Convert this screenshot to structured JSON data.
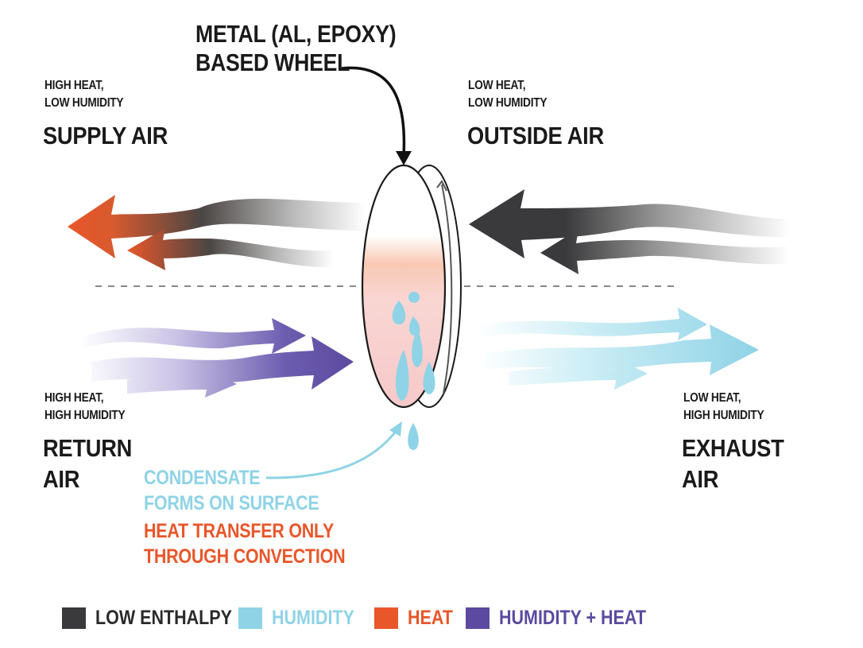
{
  "wheel_label": {
    "line1": "METAL (AL, EPOXY)",
    "line2": "BASED WHEEL"
  },
  "supply_air": {
    "desc1": "HIGH HEAT,",
    "desc2": "LOW HUMIDITY",
    "name": "SUPPLY AIR"
  },
  "outside_air": {
    "desc1": "LOW HEAT,",
    "desc2": "LOW HUMIDITY",
    "name": "OUTSIDE AIR"
  },
  "return_air": {
    "desc1": "HIGH HEAT,",
    "desc2": "HIGH HUMIDITY",
    "name1": "RETURN",
    "name2": "AIR"
  },
  "exhaust_air": {
    "desc1": "LOW HEAT,",
    "desc2": "HIGH HUMIDITY",
    "name1": "EXHAUST",
    "name2": "AIR"
  },
  "condensate_note": {
    "line1": "CONDENSATE",
    "line2": "FORMS ON SURFACE"
  },
  "heat_note": {
    "line1": "HEAT TRANSFER ONLY",
    "line2": "THROUGH CONVECTION"
  },
  "legend": [
    {
      "label": "LOW ENTHALPY",
      "color": "#3a3a3c",
      "text_color": "#2a2a2a"
    },
    {
      "label": "HUMIDITY",
      "color": "#8fd3e6",
      "text_color": "#8fd3e6"
    },
    {
      "label": "HEAT",
      "color": "#e8562a",
      "text_color": "#e8562a"
    },
    {
      "label": "HUMIDITY + HEAT",
      "color": "#5b4a9f",
      "text_color": "#5b4a9f"
    }
  ],
  "colors": {
    "low_enthalpy": "#3a3a3c",
    "humidity": "#8fd3e6",
    "heat": "#e8562a",
    "humidity_heat": "#5b4a9f"
  }
}
